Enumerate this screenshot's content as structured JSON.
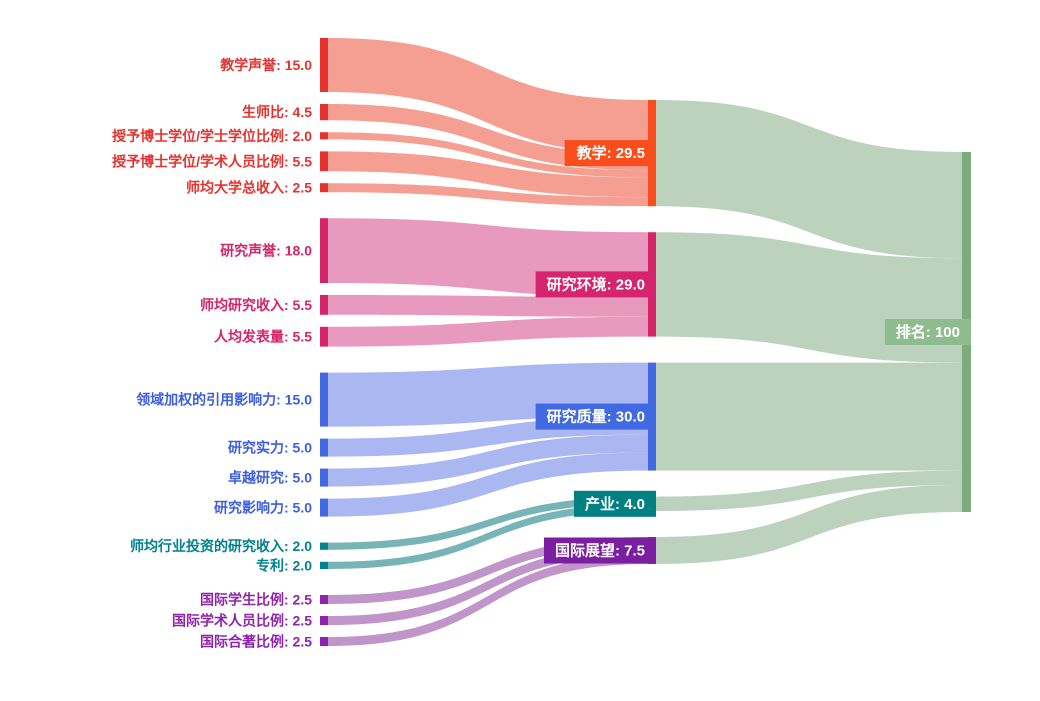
{
  "chart_data": {
    "type": "sankey",
    "title": "",
    "target": {
      "label": "排名",
      "value": 100,
      "value_text": "100",
      "colors": {
        "node": "#7cab7c",
        "flow": "#b9d0b9",
        "badge": "#8fbc8f"
      }
    },
    "groups": [
      {
        "label": "教学",
        "value": 29.5,
        "value_text": "29.5",
        "colors": {
          "node_left": "#e5322e",
          "node_mid": "#f94d1c",
          "badge": "#f94d1c",
          "flow": "#f49a8c",
          "text": "#e5322e"
        },
        "sources": [
          {
            "label": "教学声誉",
            "value": 15,
            "value_text": "15.0"
          },
          {
            "label": "生师比",
            "value": 4.5,
            "value_text": "4.5"
          },
          {
            "label": "授予博士学位/学士学位比例",
            "value": 2,
            "value_text": "2.0"
          },
          {
            "label": "授予博士学位/学术人员比例",
            "value": 5.5,
            "value_text": "5.5"
          },
          {
            "label": "师均大学总收入",
            "value": 2.5,
            "value_text": "2.5"
          }
        ]
      },
      {
        "label": "研究环境",
        "value": 29,
        "value_text": "29.0",
        "colors": {
          "node_left": "#d62468",
          "node_mid": "#d62468",
          "badge": "#d6246e",
          "flow": "#e795bb",
          "text": "#d62468"
        },
        "sources": [
          {
            "label": "研究声誉",
            "value": 18,
            "value_text": "18.0"
          },
          {
            "label": "师均研究收入",
            "value": 5.5,
            "value_text": "5.5"
          },
          {
            "label": "人均发表量",
            "value": 5.5,
            "value_text": "5.5"
          }
        ]
      },
      {
        "label": "研究质量",
        "value": 30,
        "value_text": "30.0",
        "colors": {
          "node_left": "#4169e1",
          "node_mid": "#4169e1",
          "badge": "#4169e1",
          "flow": "#a6b3f0",
          "text": "#3d5ee0"
        },
        "sources": [
          {
            "label": "领域加权的引用影响力",
            "value": 15,
            "value_text": "15.0"
          },
          {
            "label": "研究实力",
            "value": 5,
            "value_text": "5.0"
          },
          {
            "label": "卓越研究",
            "value": 5,
            "value_text": "5.0"
          },
          {
            "label": "研究影响力",
            "value": 5,
            "value_text": "5.0"
          }
        ]
      },
      {
        "label": "产业",
        "value": 4,
        "value_text": "4.0",
        "colors": {
          "node_left": "#00838c",
          "node_mid": "#00838c",
          "badge": "#008080",
          "flow": "#6fb0b2",
          "text": "#00838c"
        },
        "sources": [
          {
            "label": "师均行业投资的研究收入",
            "value": 2,
            "value_text": "2.0"
          },
          {
            "label": "专利",
            "value": 2,
            "value_text": "2.0"
          }
        ]
      },
      {
        "label": "国际展望",
        "value": 7.5,
        "value_text": "7.5",
        "colors": {
          "node_left": "#8e24aa",
          "node_mid": "#8e24aa",
          "badge": "#7b1fa2",
          "flow": "#bc8fc7",
          "text": "#8e24aa"
        },
        "sources": [
          {
            "label": "国际学生比例",
            "value": 2.5,
            "value_text": "2.5"
          },
          {
            "label": "国际学术人员比例",
            "value": 2.5,
            "value_text": "2.5"
          },
          {
            "label": "国际合著比例",
            "value": 2.5,
            "value_text": "2.5"
          }
        ]
      }
    ]
  }
}
